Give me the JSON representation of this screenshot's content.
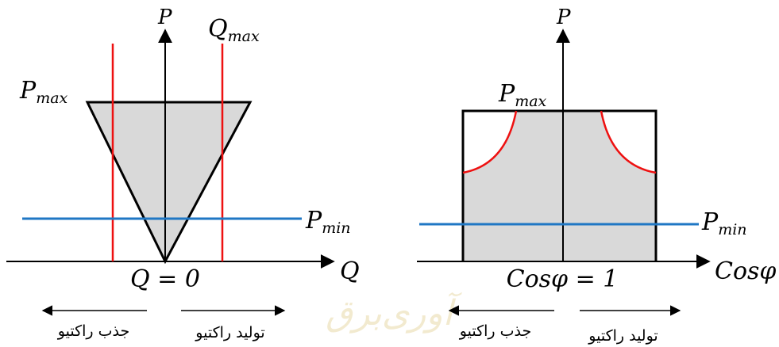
{
  "left": {
    "axis_y": "P",
    "axis_x": "Q",
    "q_max": {
      "main": "Q",
      "sub": "max"
    },
    "p_max": {
      "main": "P",
      "sub": "max"
    },
    "p_min": {
      "main": "P",
      "sub": "min"
    },
    "origin": "Q = 0",
    "arrow_left_text": "جذب راکتیو",
    "arrow_right_text": "تولید راکتیو"
  },
  "right": {
    "axis_y": "P",
    "axis_x": "Cosφ",
    "p_max": {
      "main": "P",
      "sub": "max"
    },
    "p_min": {
      "main": "P",
      "sub": "min"
    },
    "origin": "Cosφ = 1",
    "arrow_left_text": "جذب راکتیو",
    "arrow_right_text": "تولید راکتیو"
  },
  "watermark": "آوری‌برق",
  "colors": {
    "region_fill": "#d9d9d9",
    "boundary": "#000000",
    "q_limit": "#ee1111",
    "p_min_line": "#1f77c4",
    "axis": "#000000"
  }
}
